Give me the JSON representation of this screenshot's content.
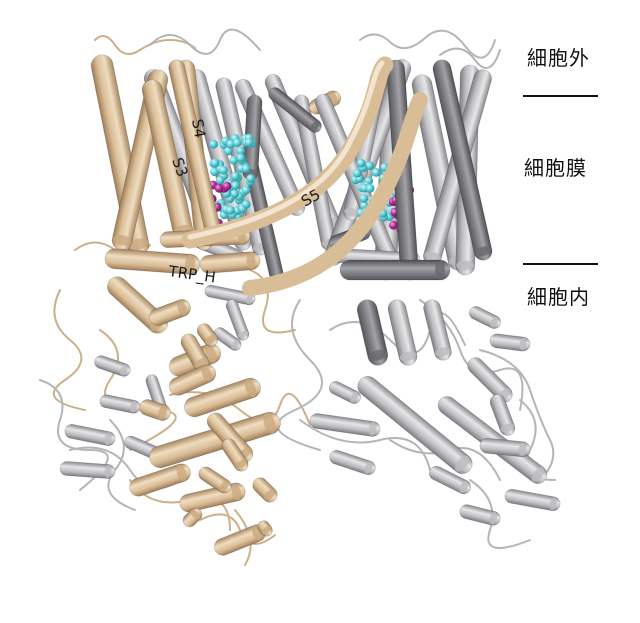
{
  "annotations": {
    "extracellular": "細胞外",
    "membrane": "細胞膜",
    "intracellular": "細胞内"
  },
  "helix_labels": {
    "s4": "S4",
    "s3": "S3",
    "s5": "S5",
    "trp": "TRP_H"
  },
  "colors": {
    "tan_subunit": "#dcc19b",
    "tan_dark": "#b8956a",
    "gray_subunit": "#c9c9cc",
    "gray_dark": "#6f6f72",
    "ligand_cyan": "#5fd0d8",
    "ligand_magenta": "#b0309a"
  }
}
